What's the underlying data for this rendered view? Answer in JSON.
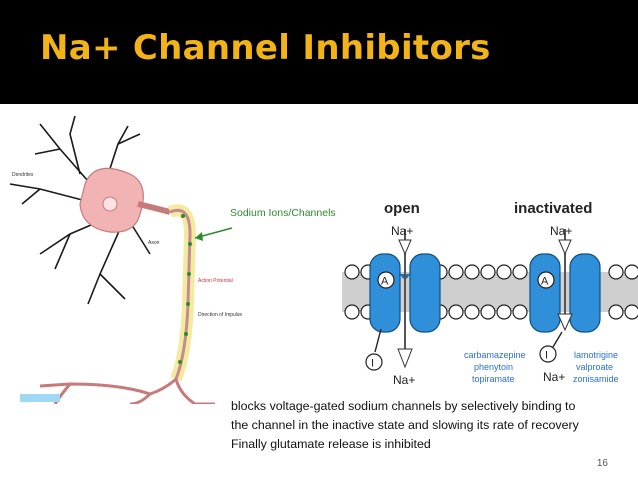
{
  "slide": {
    "title": "Na+ Channel Inhibitors",
    "page_number": "16"
  },
  "neuron": {
    "label_dendrites": "Dendrites",
    "label_axon": "Axon",
    "label_action_potential": "Action Potential",
    "label_direction": "Direction of Impulse",
    "label_sodium": "Sodium Ions/Channels"
  },
  "channel": {
    "open_label": "open",
    "inactivated_label": "inactivated",
    "na_top_open": "Na+",
    "na_top_inactivated": "Na+",
    "na_bottom_open": "Na+",
    "na_bottom_inactivated": "Na+",
    "gate_a": "A",
    "gate_i": "I",
    "drugs_left": [
      "carbamazepine",
      "phenytoin",
      "topiramate"
    ],
    "drugs_right": [
      "lamotrigine",
      "valproate",
      "zonisamide"
    ]
  },
  "caption": {
    "line1": "blocks voltage-gated sodium channels by selectively binding to",
    "line2": "the channel in the inactive state and slowing its rate of recovery",
    "line3": "Finally glutamate release is inhibited"
  },
  "colors": {
    "title": "#f2b318",
    "channel_blue": "#2f8fd8",
    "drug_blue": "#2a6fd0",
    "neuron_pink": "#f1b3b3",
    "myelin_yellow": "#f4eaa0",
    "sodium_green": "#2e8a2e"
  }
}
